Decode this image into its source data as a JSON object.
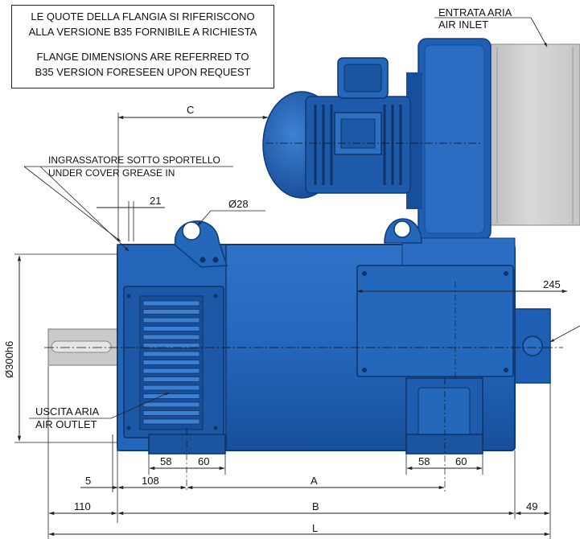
{
  "notes": {
    "flange_it_line1": "LE QUOTE DELLA FLANGIA SI RIFERISCONO",
    "flange_it_line2": "ALLA VERSIONE B35 FORNIBILE A RICHIESTA",
    "flange_en_line1": "FLANGE DIMENSIONS ARE REFERRED TO",
    "flange_en_line2": "B35 VERSION FORESEEN UPON REQUEST"
  },
  "labels": {
    "air_inlet_it": "ENTRATA ARIA",
    "air_inlet_en": "AIR INLET",
    "grease_it": "INGRASSATORE SOTTO SPORTELLO",
    "grease_en": "UNDER COVER GREASE IN",
    "air_outlet_it": "USCITA ARIA",
    "air_outlet_en": "AIR OUTLET"
  },
  "dimensions": {
    "C": "C",
    "d21": "21",
    "lifting_hole": "Ø28",
    "shaft_dia": "Ø300h6",
    "d245": "245",
    "foot_left_a": "58",
    "foot_left_b": "60",
    "foot_right_a": "58",
    "foot_right_b": "60",
    "d5": "5",
    "d108": "108",
    "A": "A",
    "d110": "110",
    "B": "B",
    "d49": "49",
    "L": "L"
  },
  "colors": {
    "motor_blue": "#1f5fb3",
    "motor_dark": "#123f80",
    "motor_light": "#3d7fd1",
    "fan_grey": "#cfd0d2",
    "line": "#222222"
  }
}
